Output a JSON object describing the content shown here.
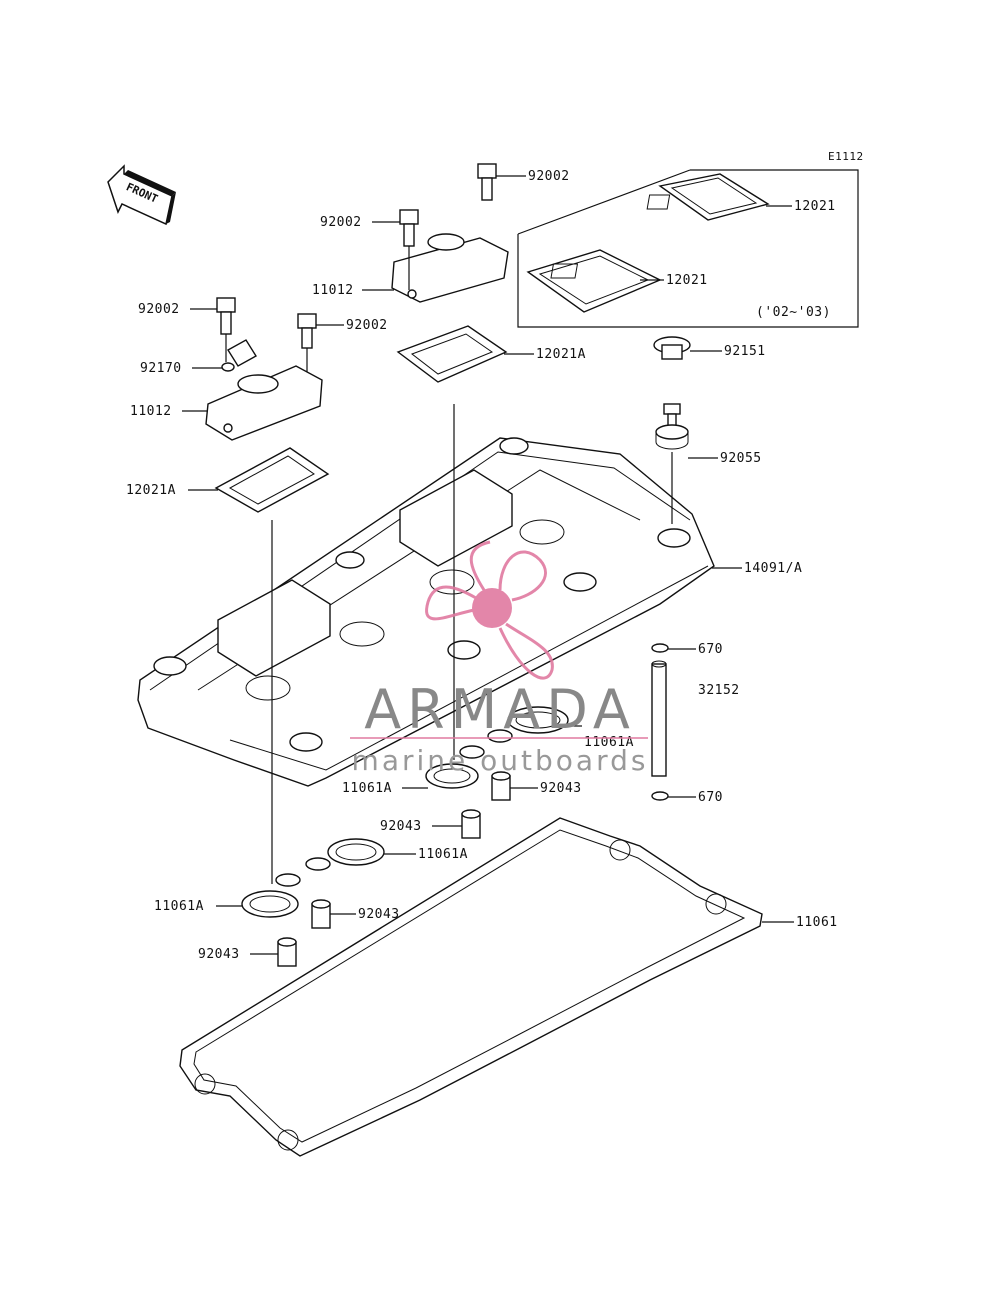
{
  "diagram": {
    "code": "E1112",
    "front_label": "FRONT",
    "year_note": "('02~'03)",
    "parts": [
      {
        "id": "p1",
        "label": "92002"
      },
      {
        "id": "p2",
        "label": "92002"
      },
      {
        "id": "p3",
        "label": "11012"
      },
      {
        "id": "p4",
        "label": "92002"
      },
      {
        "id": "p5",
        "label": "92002"
      },
      {
        "id": "p6",
        "label": "92170"
      },
      {
        "id": "p7",
        "label": "11012"
      },
      {
        "id": "p8",
        "label": "12021A"
      },
      {
        "id": "p9",
        "label": "12021A"
      },
      {
        "id": "p10",
        "label": "12021"
      },
      {
        "id": "p11",
        "label": "12021"
      },
      {
        "id": "p12",
        "label": "92151"
      },
      {
        "id": "p13",
        "label": "92055"
      },
      {
        "id": "p14",
        "label": "14091/A"
      },
      {
        "id": "p15",
        "label": "670"
      },
      {
        "id": "p16",
        "label": "32152"
      },
      {
        "id": "p17",
        "label": "670"
      },
      {
        "id": "p18",
        "label": "11061A"
      },
      {
        "id": "p19",
        "label": "92043"
      },
      {
        "id": "p20",
        "label": "11061A"
      },
      {
        "id": "p21",
        "label": "92043"
      },
      {
        "id": "p22",
        "label": "11061A"
      },
      {
        "id": "p23",
        "label": "11061A"
      },
      {
        "id": "p24",
        "label": "92043"
      },
      {
        "id": "p25",
        "label": "92043"
      },
      {
        "id": "p26",
        "label": "11061"
      }
    ]
  },
  "watermark": {
    "brand": "ARMADA",
    "tagline": "marine outboards",
    "accent_color": "#e07aa0",
    "text_color": "#888888"
  }
}
